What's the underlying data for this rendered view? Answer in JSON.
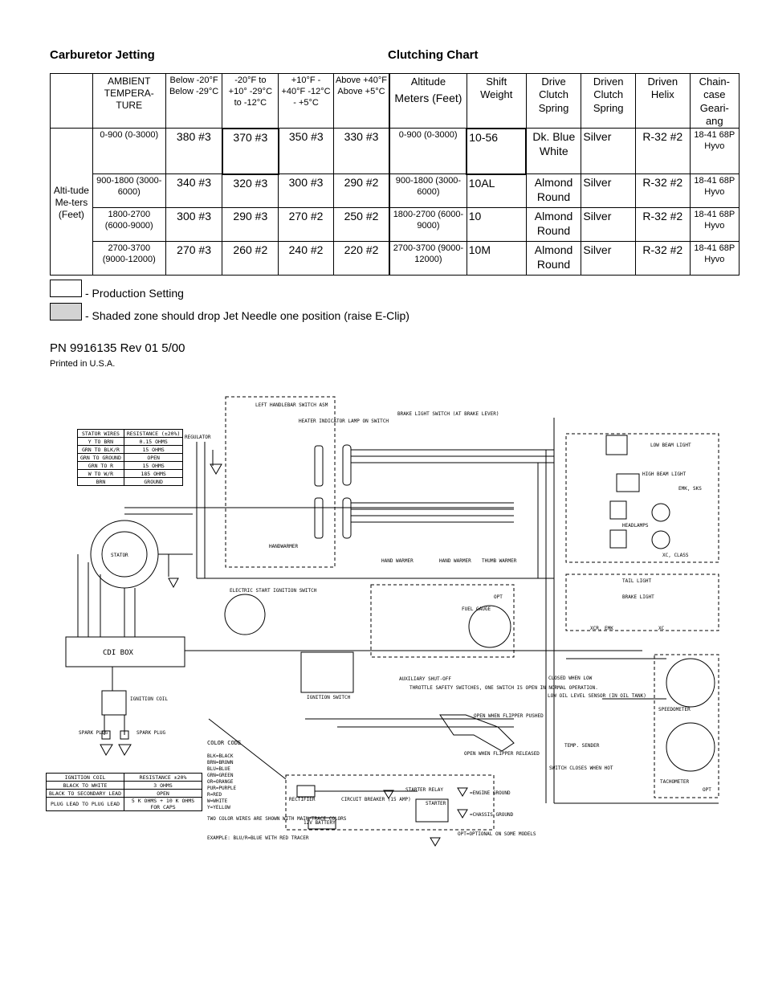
{
  "headings": {
    "jetting": "Carburetor Jetting",
    "clutching": "Clutching Chart"
  },
  "jetting": {
    "header_ambient": "AMBIENT TEMPERA-TURE",
    "temp_cols": [
      "Below -20°F Below -29°C",
      "-20°F to +10° -29°C to -12°C",
      "+10°F - +40°F -12°C - +5°C",
      "Above +40°F Above +5°C"
    ],
    "altitude_label": "Alti-tude Me-ters (Feet)",
    "rows": [
      {
        "range": "0-900 (0-3000)",
        "jets": [
          "380 #3",
          "370 #3",
          "350 #3",
          "330 #3"
        ]
      },
      {
        "range": "900-1800 (3000-6000)",
        "jets": [
          "340 #3",
          "320 #3",
          "300 #3",
          "290 #2"
        ]
      },
      {
        "range": "1800-2700 (6000-9000)",
        "jets": [
          "300 #3",
          "290 #3",
          "270 #2",
          "250 #2"
        ]
      },
      {
        "range": "2700-3700 (9000-12000)",
        "jets": [
          "270 #3",
          "260 #2",
          "240 #2",
          "220 #2"
        ]
      }
    ]
  },
  "clutching": {
    "header_altitude": "Altitude",
    "header_meters": "Meters (Feet)",
    "headers": [
      "Shift Weight",
      "Drive Clutch Spring",
      "Driven Clutch Spring",
      "Driven Helix",
      "Chain-case Geari-ang"
    ],
    "rows": [
      {
        "range": "0-900 (0-3000)",
        "shift": "10-56",
        "drive": "Dk. Blue White",
        "driven": "Silver",
        "helix": "R-32 #2",
        "chain": "18-41 68P Hyvo"
      },
      {
        "range": "900-1800 (3000-6000)",
        "shift": "10AL",
        "drive": "Almond Round",
        "driven": "Silver",
        "helix": "R-32 #2",
        "chain": "18-41 68P Hyvo"
      },
      {
        "range": "1800-2700 (6000-9000)",
        "shift": "10",
        "drive": "Almond Round",
        "driven": "Silver",
        "helix": "R-32 #2",
        "chain": "18-41 68P Hyvo"
      },
      {
        "range": "2700-3700 (9000-12000)",
        "shift": "10M",
        "drive": "Almond Round",
        "driven": "Silver",
        "helix": "R-32 #2",
        "chain": "18-41 68P Hyvo"
      }
    ]
  },
  "legend": {
    "production": "- Production Setting",
    "shaded": "- Shaded zone should drop Jet Needle one position (raise E-Clip)"
  },
  "footer": {
    "pn": "PN 9916135  Rev 01 5/00",
    "printed": "Printed in U.S.A."
  },
  "diagram": {
    "stator_table": {
      "headers": [
        "STATOR WIRES",
        "RESISTANCE (±20%)"
      ],
      "rows": [
        [
          "Y TO BRN",
          "0.15 OHMS"
        ],
        [
          "GRN TO BLK/R",
          "15 OHMS"
        ],
        [
          "GRN TO GROUND",
          "OPEN"
        ],
        [
          "GRN TO R",
          "15 OHMS"
        ],
        [
          "W TO W/R",
          "185 OHMS"
        ],
        [
          "BRN",
          "GROUND"
        ]
      ]
    },
    "ignition_table": {
      "headers": [
        "IGNITION COIL",
        "RESISTANCE ±20%"
      ],
      "rows": [
        [
          "BLACK TO WHITE",
          "3 OHMS"
        ],
        [
          "BLACK TO SECONDARY LEAD",
          "OPEN"
        ],
        [
          "PLUG LEAD TO PLUG LEAD",
          "5 K OHMS + 10 K OHMS FOR CAPS"
        ]
      ]
    },
    "labels": {
      "left_handlebar": "LEFT HANDLEBAR SWITCH ASM",
      "heater": "HEATER INDICATOR LAMP ON SWITCH",
      "regulator": "REGULATOR",
      "stator": "STATOR",
      "cdi": "CDI BOX",
      "ignition_coil": "IGNITION COIL",
      "spark_plug": "SPARK PLUG",
      "electric_start": "ELECTRIC START IGNITION SWITCH",
      "ignition_switch": "IGNITION SWITCH",
      "fuel_gauge": "FUEL GAUGE",
      "opt": "OPT",
      "brake_light_switch": "BRAKE LIGHT SWITCH (AT BRAKE LEVER)",
      "low_beam": "LOW BEAM LIGHT",
      "high_beam": "HIGH BEAM LIGHT",
      "headlamps": "HEADLAMPS",
      "tail_light": "TAIL LIGHT",
      "brake_light": "BRAKE LIGHT",
      "speedometer": "SPEEDOMETER",
      "tachometer": "TACHOMETER",
      "hand_warmer": "HAND WARMER",
      "thumb_warmer": "THUMB WARMER",
      "handwarmer": "HANDWARMER",
      "throttle": "THROTTLE SAFETY SWITCHES, ONE SWITCH IS OPEN IN NORMAL OPERATION.",
      "open_pushed": "OPEN WHEN FLIPPER PUSHED",
      "open_released": "OPEN WHEN FLIPPER RELEASED",
      "aux_shutoff": "AUXILIARY SHUT-OFF",
      "rectifier": "RECTIFIER",
      "circuit_breaker": "CIRCUIT BREAKER (15 AMP)",
      "starter_relay": "STARTER RELAY",
      "starter": "STARTER",
      "battery": "12V BATTERY",
      "engine_ground": "=ENGINE GROUND",
      "chassis_ground": "=CHASSIS GROUND",
      "opt_optional": "OPT=OPTIONAL ON SOME MODELS",
      "color_code_title": "COLOR CODE",
      "color_code": [
        "BLK=BLACK",
        "BRN=BROWN",
        "BLU=BLUE",
        "GRN=GREEN",
        "OR=ORANGE",
        "PUR=PURPLE",
        "R=RED",
        "W=WHITE",
        "Y=YELLOW"
      ],
      "two_color": "TWO COLOR WIRES ARE SHOWN WITH MAIN/TRACE COLORS",
      "example": "EXAMPLE: BLU/R=BLUE WITH RED TRACER",
      "temp_sender": "TEMP. SENDER",
      "switch_closes": "SWITCH CLOSES WHEN HOT",
      "low_oil": "LOW OIL LEVEL SENSOR (IN OIL TANK)",
      "closed_low": "CLOSED WHEN LOW",
      "xc_class": "XC, CLASS",
      "xcr_emk": "XCR, EMK",
      "xc": "XC",
      "emk_sks": "EMK, SKS"
    }
  }
}
